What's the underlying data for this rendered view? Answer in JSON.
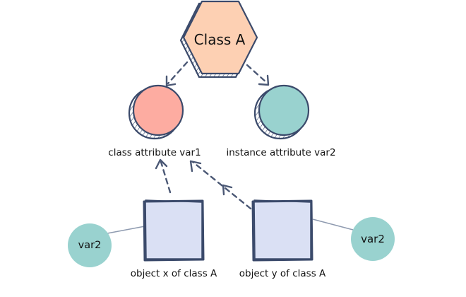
{
  "class_node": {
    "label": "Class A",
    "color": "#fdd0b3"
  },
  "attributes": {
    "class_attr": {
      "label": "class attribute var1",
      "color": "#fdaca1"
    },
    "instance_attr": {
      "label": "instance attribute var2",
      "color": "#99d2cf"
    }
  },
  "objects": {
    "x": {
      "label": "object x of class A",
      "color": "#dae0f4"
    },
    "y": {
      "label": "object y of class A",
      "color": "#dae0f4"
    }
  },
  "var_nodes": {
    "left": {
      "label": "var2",
      "color": "#99d2cf"
    },
    "right": {
      "label": "var2",
      "color": "#99d2cf"
    }
  },
  "colors": {
    "outline": "#3b4a6b",
    "arrow": "#4b5875",
    "connector": "#8f9bb0"
  }
}
